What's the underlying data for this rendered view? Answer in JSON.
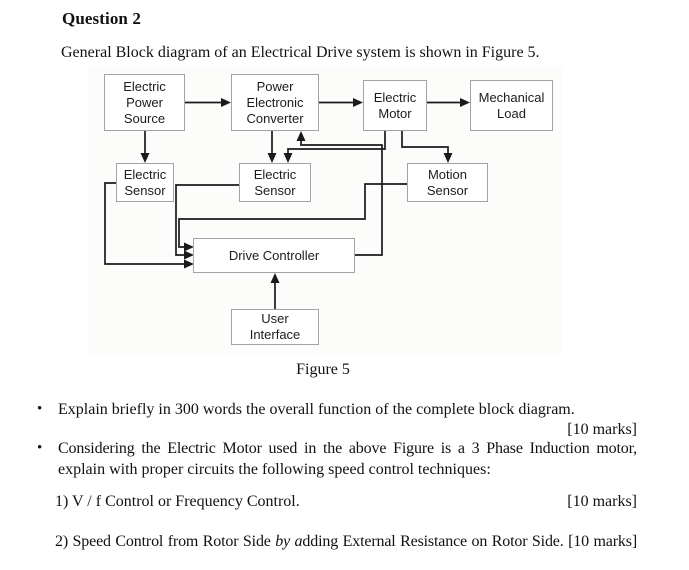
{
  "page": {
    "title": "Question 2",
    "intro": "General Block diagram of an Electrical Drive system is shown in Figure 5.",
    "figure_caption": "Figure 5"
  },
  "diagram": {
    "boxes": {
      "power_source": "Electric\nPower\nSource",
      "converter": "Power\nElectronic\nConverter",
      "motor": "Electric\nMotor",
      "load": "Mechanical\nLoad",
      "electric_sensor_1": "Electric\nSensor",
      "electric_sensor_2": "Electric\nSensor",
      "motion_sensor": "Motion\nSensor",
      "controller": "Drive Controller",
      "user_interface": "User\nInterface"
    },
    "line_color": "#1a1a1a",
    "box_border_color": "#a3a3a3"
  },
  "questions": {
    "bullet_glyph": "•",
    "bullet_1": {
      "text": "Explain briefly in 300 words the overall function of the complete block diagram.",
      "marks": "[10 marks]"
    },
    "bullet_2": {
      "line1": "Considering the Electric Motor used in the above Figure is a 3 Phase Induction motor,",
      "line2": "explain with proper circuits the following speed control techniques:"
    },
    "item_1": {
      "text": "1) V / f Control or Frequency Control.",
      "marks": "[10 marks]"
    },
    "item_2": {
      "prefix": "2) Speed Control from Rotor Side ",
      "italic": "by a",
      "suffix": "dding External Resistance on Rotor Side. [10 marks]"
    }
  }
}
